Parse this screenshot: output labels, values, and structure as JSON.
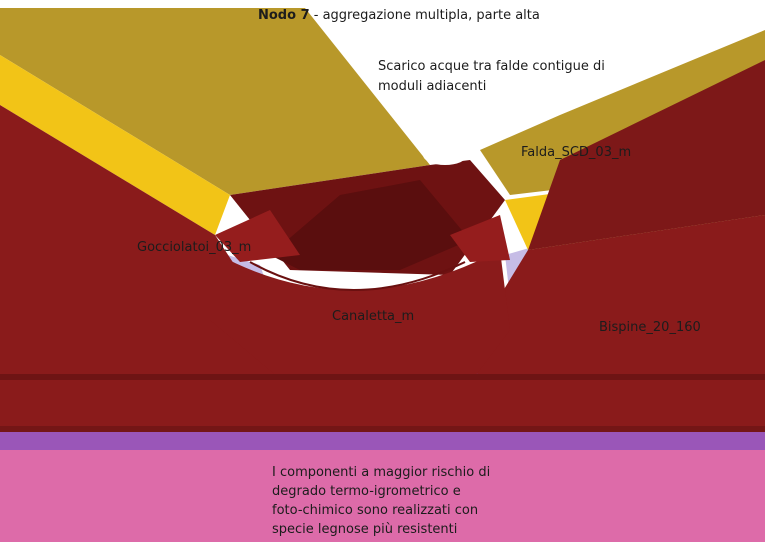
{
  "title": {
    "bold": "Nodo 7",
    "rest": " - aggregazione multipla, parte alta"
  },
  "notes": {
    "top_line1": "Scarico acque tra falde contigue di",
    "top_line2": "moduli adiacenti",
    "bottom_line1": "I componenti a maggior rischio di",
    "bottom_line2": "degrado termo-igrometrico e",
    "bottom_line3": "foto-chimico sono realizzati con",
    "bottom_line4": "specie legnose più resistenti"
  },
  "labels": {
    "falda": "Falda_SCD_03_m",
    "gocciolatoi": "Gocciolatoi_03_m",
    "canaletta": "Canaletta_m",
    "bispine": "Bispine_20_160"
  },
  "colors": {
    "roof_olive": "#b89a2c",
    "roof_yellow": "#f2c518",
    "timber_red": "#8a1c1c",
    "timber_dark": "#5a0f0f",
    "lavender": "#b9aee0",
    "purple": "#7a5cc4",
    "pink": "#dd6aa8",
    "grey_bracket": "#8a8a8a"
  }
}
